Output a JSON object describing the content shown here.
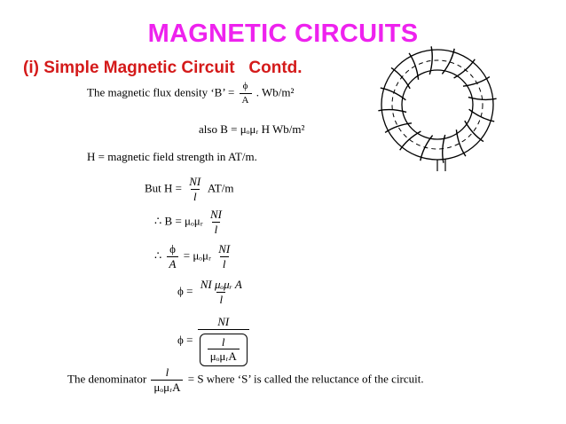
{
  "slide": {
    "title": "MAGNETIC CIRCUITS",
    "subtitle": "(i) Simple Magnetic Circuit   Contd.",
    "colors": {
      "title": "#ee22ee",
      "subtitle": "#d41a1a"
    }
  },
  "equations": {
    "flux_density": {
      "prefix": "The magnetic flux density ‘B’ =",
      "num": "ϕ",
      "den": "A",
      "suffix": ". Wb/m²"
    },
    "also": "also  B = μₒμᵣ H  Wb/m²",
    "h_def": "H = magnetic field strength in AT/m.",
    "but": {
      "prefix": "But  H =",
      "num": "NI",
      "den": "l",
      "suffix": "AT/m"
    },
    "therefore_b": {
      "prefix": "∴ B = μₒμᵣ",
      "num": "NI",
      "den": "l"
    },
    "therefore_phi_a": {
      "lhs_num": "ϕ",
      "lhs_den": "A",
      "mid": "= μₒμᵣ",
      "num": "NI",
      "den": "l"
    },
    "phi_eq1": {
      "lhs": "ϕ =",
      "num": "NI μₒμᵣ A",
      "den": "l"
    },
    "phi_eq2": {
      "lhs": "ϕ =",
      "num": "NI",
      "inner_num": "l",
      "inner_den": "μₒμᵣA"
    },
    "reluctance": {
      "prefix": "The  denominator",
      "num": "l",
      "den": "μₒμᵣA",
      "suffix": "= S  where  ‘S’  is  called  the  reluctance  of  the  circuit."
    }
  },
  "figure": {
    "icon": "toroid-coil-icon"
  }
}
